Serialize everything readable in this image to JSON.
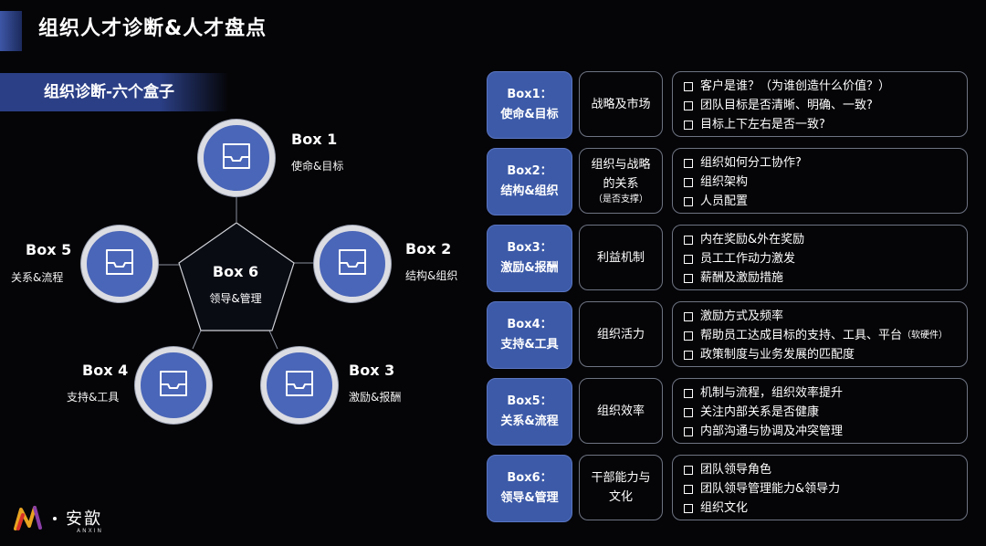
{
  "header": {
    "title": "组织人才诊断&人才盘点"
  },
  "section": {
    "label": "组织诊断-六个盒子"
  },
  "diagram": {
    "nodes": [
      {
        "title": "Box 1",
        "sub": "使命&目标",
        "icon": "inbox-tray-icon"
      },
      {
        "title": "Box 2",
        "sub": "结构&组织",
        "icon": "inbox-tray-icon"
      },
      {
        "title": "Box 3",
        "sub": "激励&报酬",
        "icon": "inbox-tray-icon"
      },
      {
        "title": "Box 4",
        "sub": "支持&工具",
        "icon": "inbox-tray-icon"
      },
      {
        "title": "Box 5",
        "sub": "关系&流程",
        "icon": "inbox-tray-icon"
      }
    ],
    "center": {
      "title": "Box 6",
      "sub": "领导&管理"
    }
  },
  "rows": [
    {
      "box": "Box1：",
      "name": "使命&目标",
      "topic": [
        "战略及市场"
      ],
      "topic_note": "",
      "items": [
        "客户是谁？（为谁创造什么价值？）",
        "团队目标是否清晰、明确、一致?",
        "目标上下左右是否一致?"
      ]
    },
    {
      "box": "Box2：",
      "name": "结构&组织",
      "topic": [
        "组织与战略",
        "的关系"
      ],
      "topic_note": "（是否支撑）",
      "items": [
        "组织如何分工协作?",
        "组织架构",
        "人员配置"
      ]
    },
    {
      "box": "Box3：",
      "name": "激励&报酬",
      "topic": [
        "利益机制"
      ],
      "topic_note": "",
      "items": [
        "内在奖励&外在奖励",
        "员工工作动力激发",
        "薪酬及激励措施"
      ]
    },
    {
      "box": "Box4：",
      "name": "支持&工具",
      "topic": [
        "组织活力"
      ],
      "topic_note": "",
      "items": [
        "激励方式及频率",
        "帮助员工达成目标的支持、工具、平台",
        "政策制度与业务发展的匹配度"
      ],
      "item_note": "（软硬件）"
    },
    {
      "box": "Box5：",
      "name": "关系&流程",
      "topic": [
        "组织效率"
      ],
      "topic_note": "",
      "items": [
        "机制与流程，组织效率提升",
        "关注内部关系是否健康",
        "内部沟通与协调及冲突管理"
      ]
    },
    {
      "box": "Box6：",
      "name": "领导&管理",
      "topic": [
        "干部能力与",
        "文化"
      ],
      "topic_note": "",
      "items": [
        "团队领导角色",
        "团队领导管理能力&领导力",
        "组织文化"
      ]
    }
  ],
  "logo": {
    "cn": "安歆",
    "en": "ANXIN",
    "icon": "brand-n-logo-icon"
  },
  "colors": {
    "accent": "#3c5aa8",
    "background": "#050508",
    "ring": "#dcdde3"
  }
}
